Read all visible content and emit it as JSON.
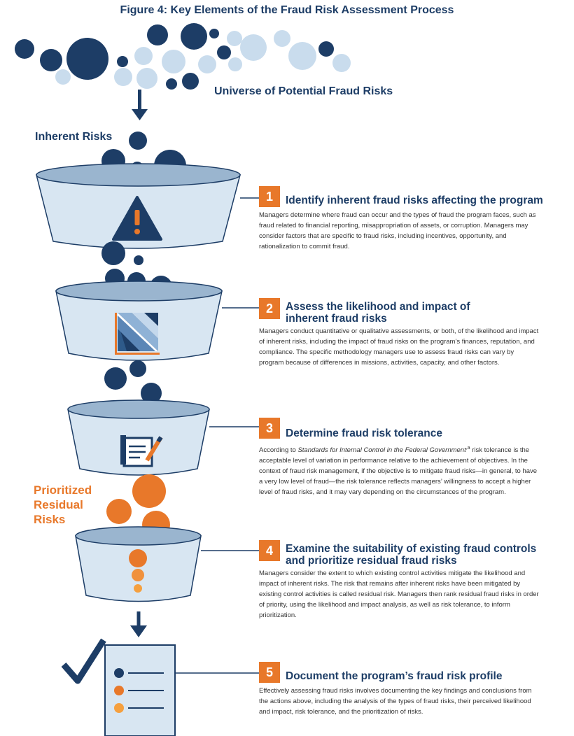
{
  "title": "Figure 4: Key Elements of the Fraud Risk Assessment Process",
  "labels": {
    "universe": "Universe of Potential Fraud Risks",
    "inherent": "Inherent Risks",
    "prioritized": [
      "Prioritized",
      "Residual",
      "Risks"
    ]
  },
  "colors": {
    "navy": "#1d3d66",
    "light_blue": "#c9dced",
    "bowl_fill": "#d8e6f2",
    "orange": "#e8782a"
  },
  "icons": [
    "warning-icon",
    "heatmap-icon",
    "document-pen-icon",
    "stacked-dots-icon",
    "checkmark-icon",
    "checklist-document-icon"
  ],
  "steps": [
    {
      "number": "1",
      "heading": "Identify inherent fraud risks affecting the program",
      "body": "Managers determine where fraud can occur and the types of fraud the program faces, such as fraud related to financial reporting, misappropriation of assets, or corruption. Managers may consider factors that are specific to fraud risks, including incentives, opportunity, and rationalization to commit fraud."
    },
    {
      "number": "2",
      "heading": "Assess the likelihood and impact of inherent fraud risks",
      "body": "Managers conduct quantitative or qualitative assessments, or both, of the likelihood and impact of inherent risks, including the impact of fraud risks on the program’s finances, reputation, and compliance. The specific methodology managers use to assess fraud risks can vary by program because of differences in missions, activities, capacity, and other factors."
    },
    {
      "number": "3",
      "heading": "Determine fraud risk tolerance",
      "body_prefix": "According to ",
      "body_italic": "Standards for Internal Control in the Federal Government",
      "body_note": ",a",
      "body_rest": " risk tolerance is the acceptable level of variation in performance relative to the achievement of objectives. In the context of fraud risk management, if the objective is to mitigate fraud risks—in general, to have a very low level of fraud—the risk tolerance reflects managers’ willingness to accept a higher level of fraud risks, and it may vary depending on the circumstances of the program."
    },
    {
      "number": "4",
      "heading": "Examine the suitability of existing fraud controls and prioritize residual fraud risks",
      "body": "Managers consider the extent to which existing control activities mitigate the likelihood and impact of inherent risks. The risk that remains after inherent risks have been mitigated by existing control activities is called residual risk. Managers then rank residual fraud risks in order of priority, using the likelihood and impact analysis, as well as risk tolerance, to inform prioritization."
    },
    {
      "number": "5",
      "heading": "Document the program’s fraud risk profile",
      "body": "Effectively assessing fraud risks involves documenting the key findings and conclusions from the actions above, including the analysis of the types of fraud risks, their perceived likelihood and impact, risk tolerance, and the prioritization of risks."
    }
  ]
}
